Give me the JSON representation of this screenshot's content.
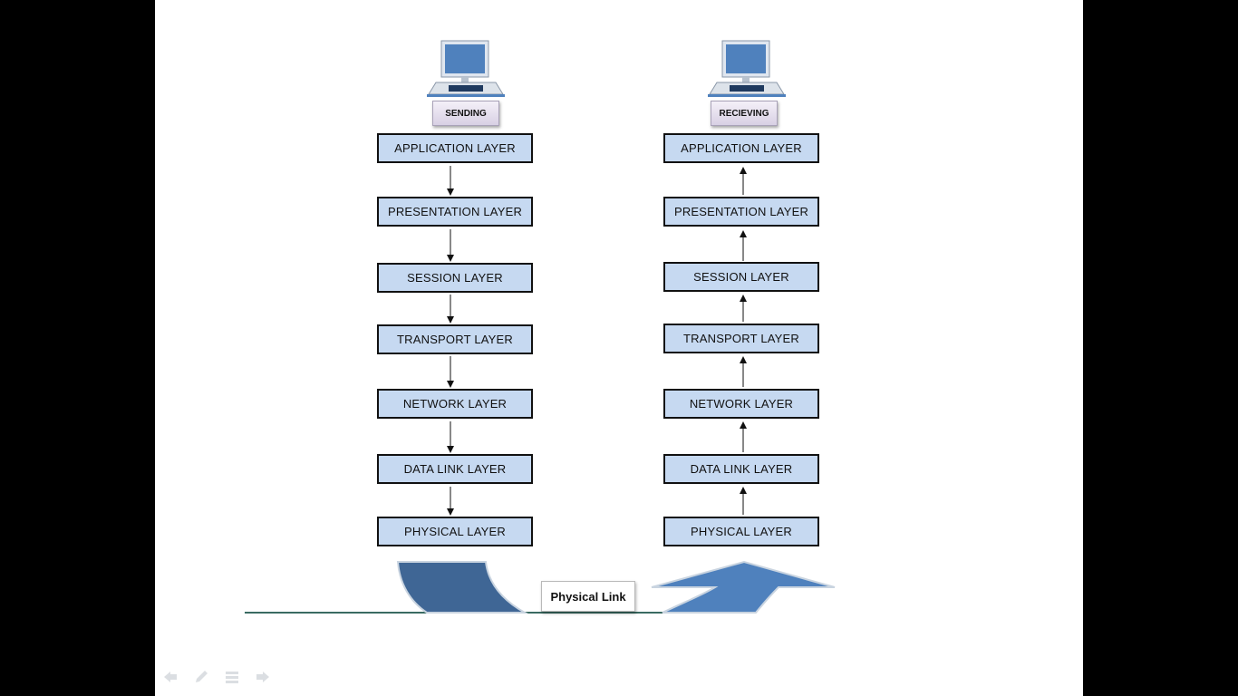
{
  "sending_label": "SENDING",
  "receiving_label": "RECIEVING",
  "link_label": "Physical Link",
  "layers": [
    "APPLICATION LAYER",
    "PRESENTATION LAYER",
    "SESSION LAYER",
    "TRANSPORT LAYER",
    "NETWORK LAYER",
    "DATA LINK LAYER",
    "PHYSICAL LAYER"
  ],
  "colors": {
    "layer_fill": "#c6d9f1",
    "arrow_dark": "#3f6695",
    "arrow_light": "#4f81bd",
    "monitor": "#4f81bd"
  },
  "nav_icons": [
    "back-arrow-icon",
    "pen-icon",
    "menu-icon",
    "forward-arrow-icon"
  ]
}
